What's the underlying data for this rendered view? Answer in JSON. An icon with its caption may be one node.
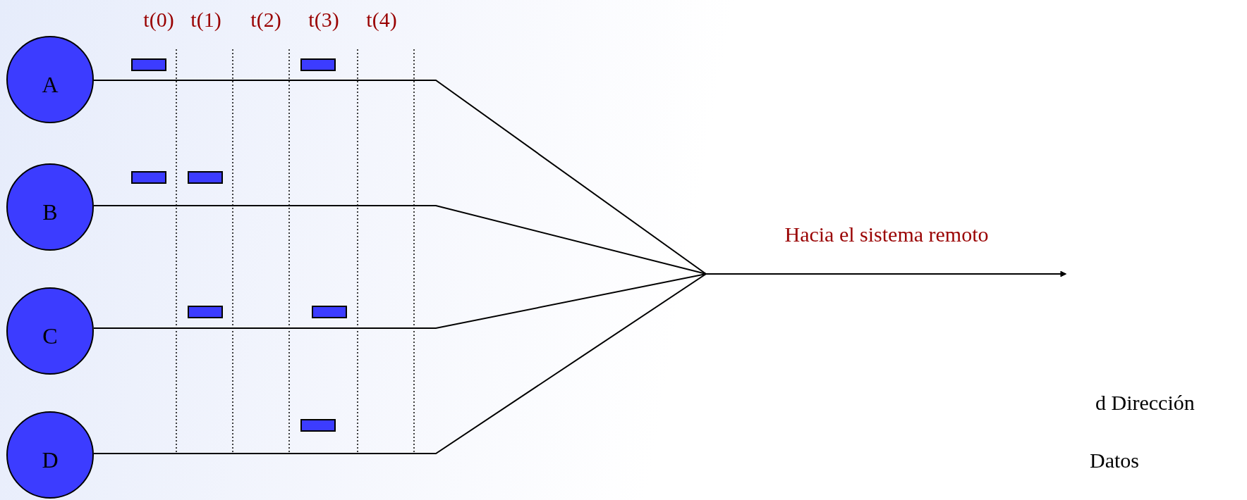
{
  "diagram": {
    "nodes": [
      {
        "text": [
          "A"
        ]
      },
      {
        "text": [
          "B"
        ]
      },
      {
        "text": [
          "C"
        ]
      },
      {
        "text": [
          "D"
        ]
      }
    ],
    "edges": [
      {
        "from": 0,
        "to": null,
        "arrow": "to"
      },
      {
        "from": 1,
        "to": null,
        "arrow": "to"
      },
      {
        "from": 2,
        "to": null,
        "arrow": "to"
      },
      {
        "from": 3,
        "to": null,
        "arrow": "to"
      }
    ],
    "labels": [
      "t(0)",
      "t(1)",
      "t(2)",
      "t(3)",
      "t(4)",
      "Hacia el sistema remoto",
      "d Dirección",
      "Datos"
    ]
  }
}
